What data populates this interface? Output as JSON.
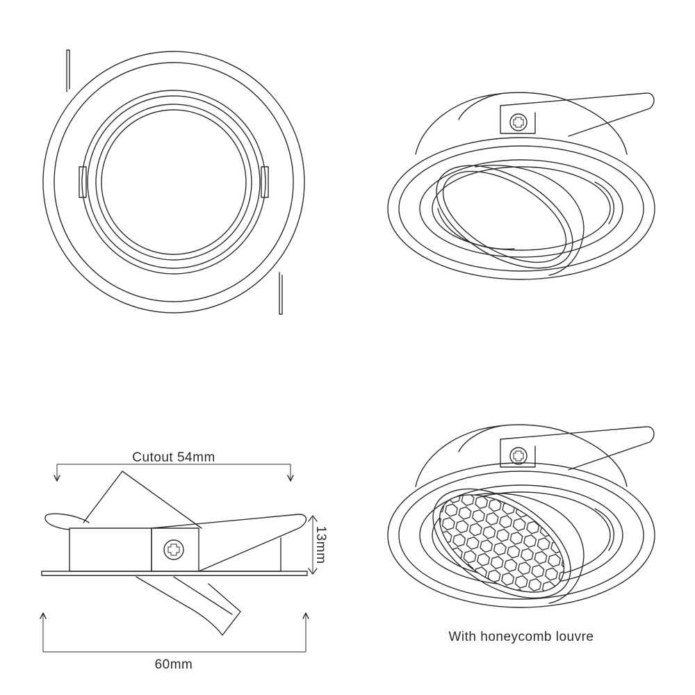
{
  "labels": {
    "cutout": "Cutout 54mm",
    "height": "13mm",
    "width": "60mm",
    "honeycomb": "With honeycomb louvre"
  },
  "colors": {
    "line": "#2a2a2a",
    "background": "#ffffff"
  },
  "icons": [
    "screw-head-icon"
  ]
}
